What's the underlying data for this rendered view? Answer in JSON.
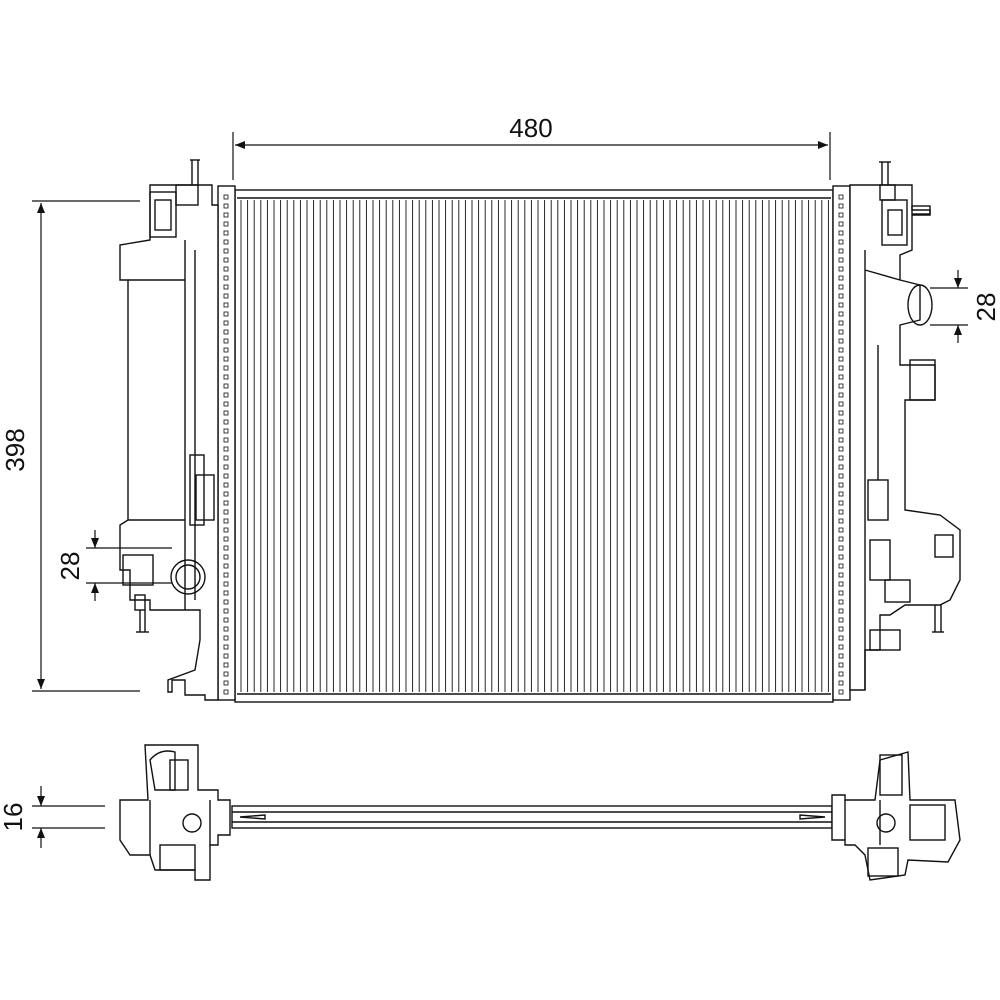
{
  "dimensions": {
    "width": "480",
    "height": "398",
    "inlet_diameter": "28",
    "outlet_diameter": "28",
    "core_depth": "16"
  },
  "colors": {
    "line": "#111111",
    "background": "#ffffff"
  }
}
